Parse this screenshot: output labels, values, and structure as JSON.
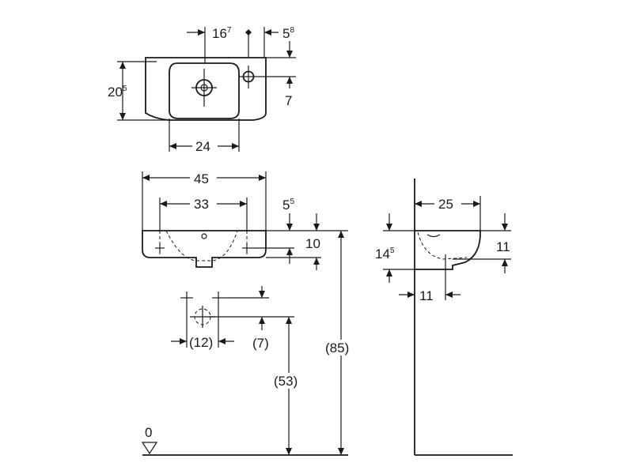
{
  "top_view": {
    "tap_offset": {
      "main": "16",
      "sup": "7"
    },
    "overflow_offset": {
      "main": "5",
      "sup": "8"
    },
    "depth": {
      "main": "20",
      "sup": "5"
    },
    "hole_offset": "7",
    "bowl_width": "24"
  },
  "front_view": {
    "overall_width": "45",
    "bracket_spacing": "33",
    "rim_to_bracket": {
      "main": "5",
      "sup": "5"
    },
    "bracket_height": "10"
  },
  "wall_outlets": {
    "spacing": "(12)",
    "vertical_offset": "(7)",
    "height": "(53)"
  },
  "levels": {
    "rim_height": "(85)",
    "floor": "0"
  },
  "side_view": {
    "depth": "25",
    "height": {
      "main": "14",
      "sup": "5"
    },
    "drain_height": "11",
    "drain_offset": "11"
  }
}
